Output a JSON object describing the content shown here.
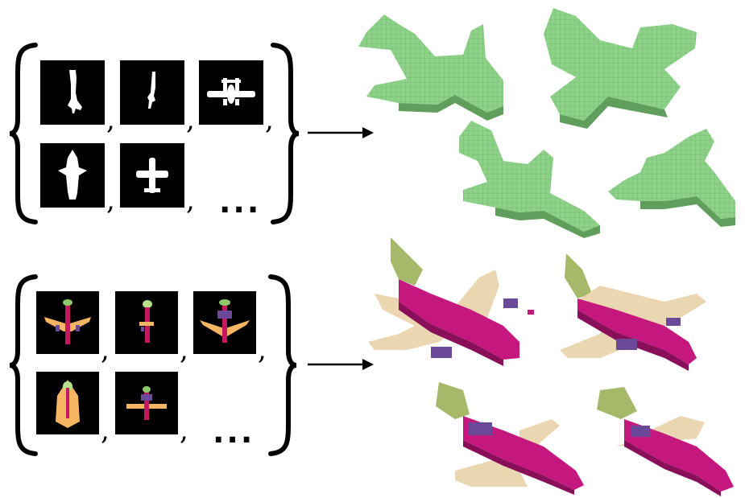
{
  "rows": [
    {
      "id": "silhouettes",
      "separator": ",",
      "ellipsis": "...",
      "thumbnails": [
        "vertical-slim-silhouette",
        "small-vertical-silhouette",
        "twin-boom-silhouette",
        "fighter-silhouette",
        "cross-plane-silhouette"
      ],
      "output_colors": [
        "#8ed28a"
      ]
    },
    {
      "id": "part-labels",
      "separator": ",",
      "ellipsis": "...",
      "thumbnails": [
        "airliner-parts",
        "slim-parts",
        "swept-wing-parts",
        "delta-parts",
        "top-down-parts"
      ],
      "output_colors": [
        "#c4187f",
        "#ead6b0",
        "#a6b86a",
        "#6a4a98"
      ]
    }
  ],
  "colors": {
    "voxel_green": "#8ed28a",
    "voxel_green_dark": "#5f9e5c",
    "fuselage": "#c4187f",
    "wings": "#ead6b0",
    "tail": "#a6b86a",
    "engines": "#6a4a98"
  }
}
